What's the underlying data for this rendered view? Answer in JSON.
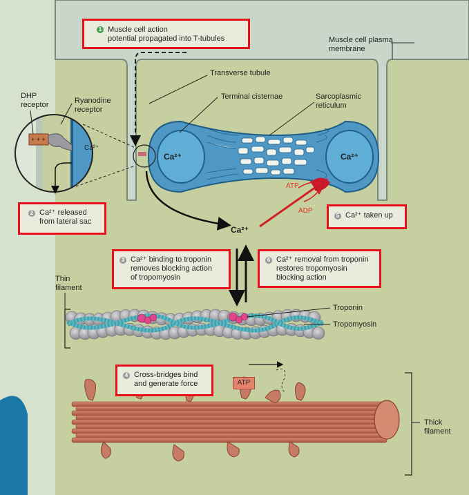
{
  "labels": {
    "plasma_membrane": "Muscle cell plasma\nmembrane",
    "transverse_tubule": "Transverse tubule",
    "terminal_cisternae": "Terminal cisternae",
    "sarcoplasmic_reticulum": "Sarcoplasmic\nreticulum",
    "dhp_receptor": "DHP\nreceptor",
    "ryanodine_receptor": "Ryanodine\nreceptor",
    "ca_zoom": "Ca²⁺",
    "ca_left": "Ca²⁺",
    "ca_right": "Ca²⁺",
    "ca_cytosol": "Ca²⁺",
    "atp_red": "ATP",
    "adp_red": "ADP",
    "thin_filament": "Thin\nfilament",
    "troponin": "Troponin",
    "tropomyosin": "Tropomyosin",
    "thick_filament": "Thick\nfilament",
    "atp_box": "ATP"
  },
  "steps": [
    {
      "num": "1",
      "text": "Muscle cell action\npotential propagated into T-tubules",
      "color": "#4aa04a"
    },
    {
      "num": "2",
      "text": "Ca²⁺ released\nfrom lateral sac",
      "color": "#9a9a9a"
    },
    {
      "num": "3",
      "text": "Ca²⁺ binding to troponin\nremoves blocking action\nof tropomyosin",
      "color": "#9a9a9a"
    },
    {
      "num": "4",
      "text": "Cross-bridges bind\nand generate force",
      "color": "#9a9a9a"
    },
    {
      "num": "5",
      "text": "Ca²⁺ taken up",
      "color": "#9a9a9a"
    },
    {
      "num": "6",
      "text": "Ca²⁺ removal from troponin\nrestores tropomyosin\nblocking action",
      "color": "#9a9a9a"
    }
  ],
  "colors": {
    "highlight_border": "#e8101a",
    "sr_fill": "#4f97c4",
    "filament": "#c7705a",
    "actin": "#a9a9ad",
    "troponin": "#e0468a",
    "tropomyosin": "#5ab8c2"
  }
}
